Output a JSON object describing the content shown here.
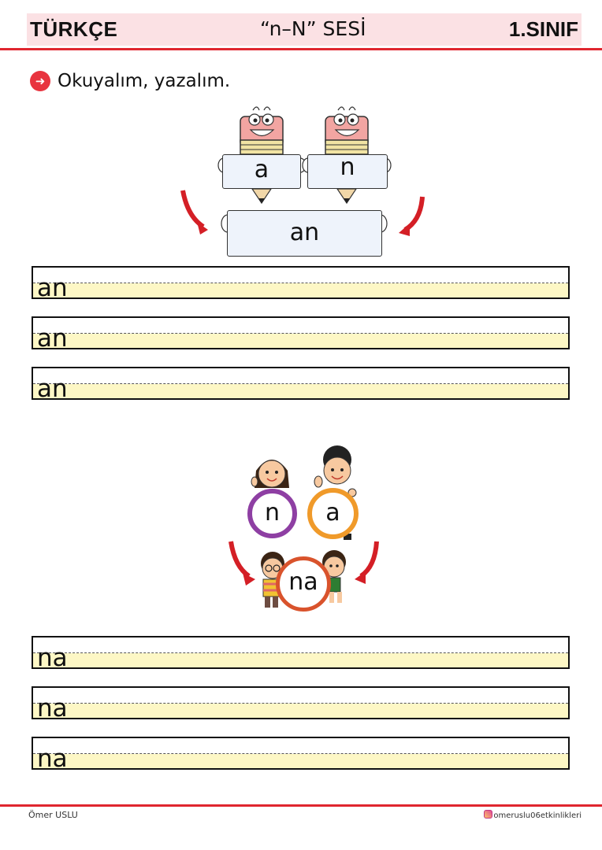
{
  "header": {
    "subject": "TÜRKÇE",
    "title": "“n–N” SESİ",
    "grade": "1.SINIF"
  },
  "instruction": {
    "text": "Okuyalım, yazalım.",
    "bullet_icon": "arrow-right-circle-icon"
  },
  "section1": {
    "card_left": "a",
    "card_right": "n",
    "card_result": "an",
    "lines": [
      "an",
      "an",
      "an"
    ]
  },
  "section2": {
    "circle_left": "n",
    "circle_right": "a",
    "circle_result": "na",
    "lines": [
      "na",
      "na",
      "na"
    ]
  },
  "footer": {
    "author": "Ömer USLU",
    "handle": "omeruslu06etkinlikleri",
    "handle_icon": "instagram-icon"
  },
  "colors": {
    "accent_red": "#e0262f",
    "header_band": "#fbe1e4",
    "line_fill": "#fdf7c5",
    "circle_purple": "#8e3fa3",
    "circle_orange": "#f09a2a",
    "circle_red": "#d9532c"
  }
}
